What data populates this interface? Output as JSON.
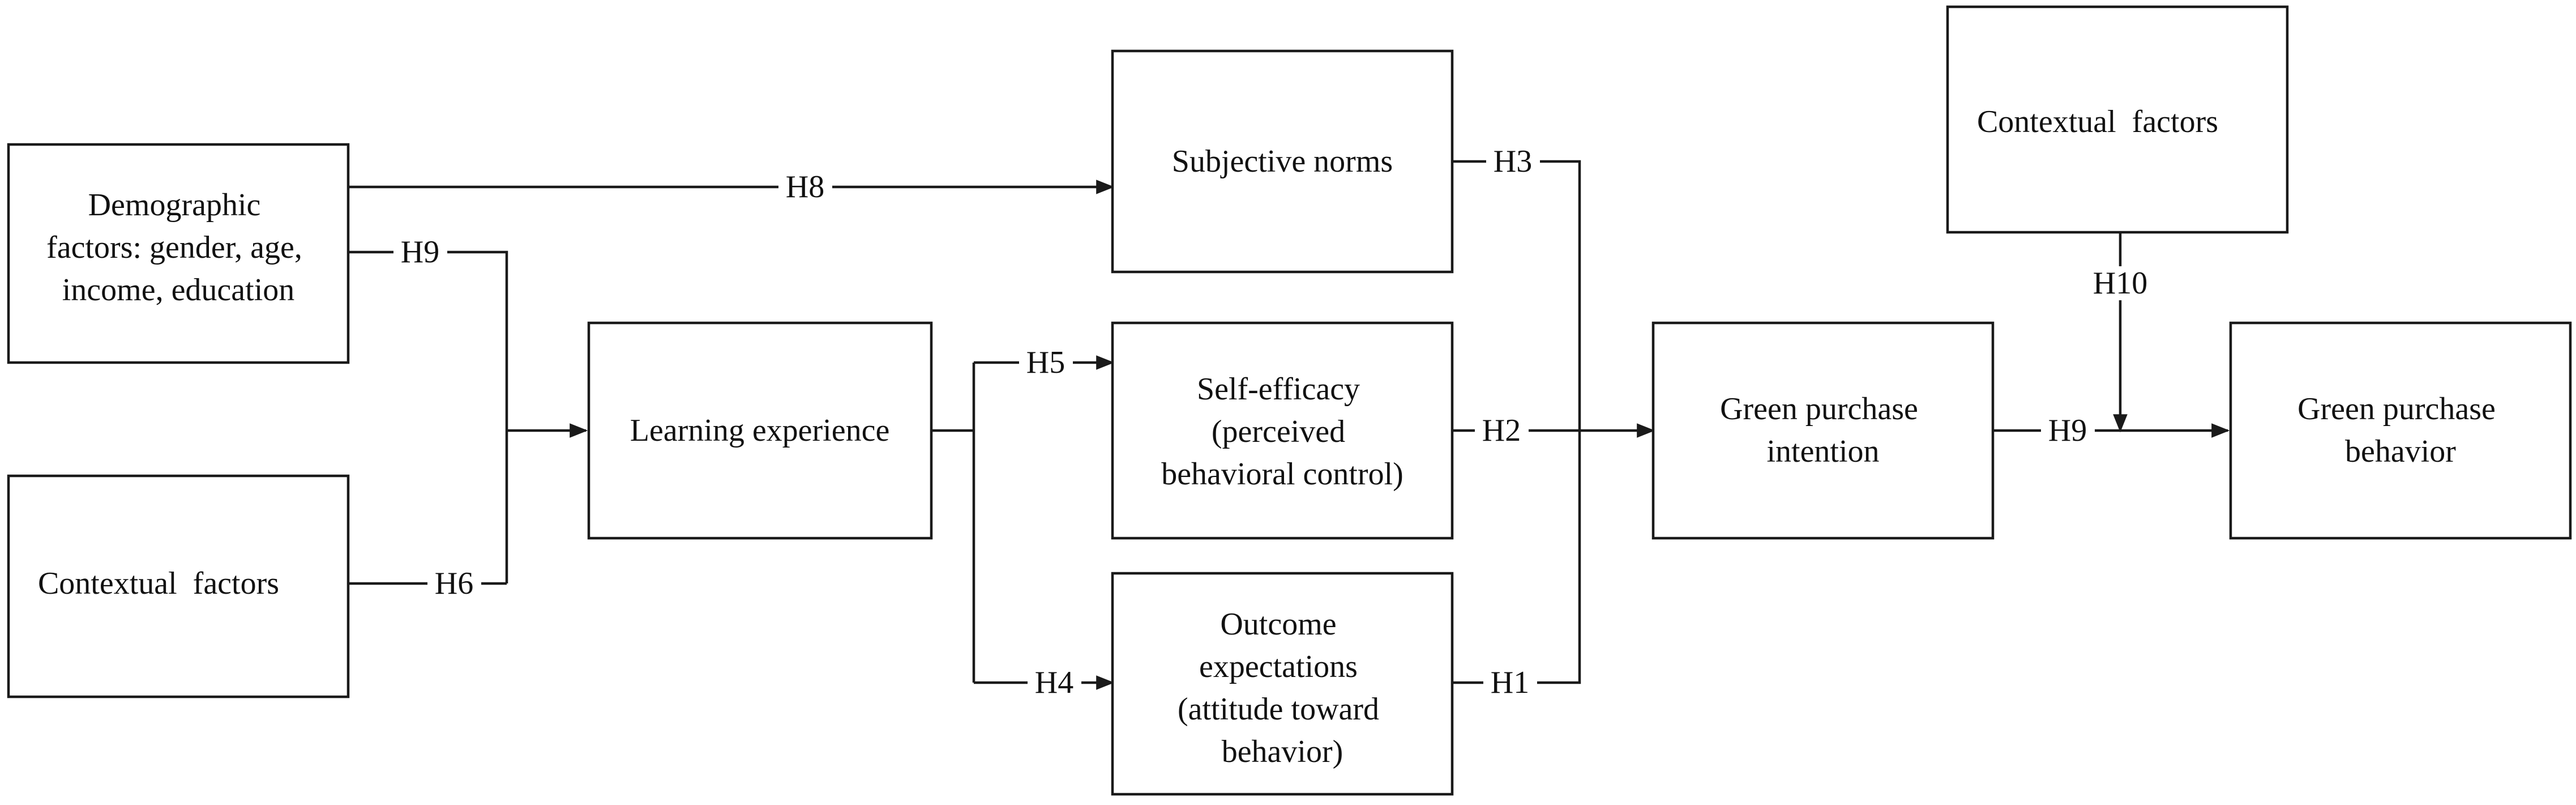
{
  "nodes": {
    "demographic": {
      "lines": [
        "Demographic",
        "factors: gender, age,",
        "income, education"
      ]
    },
    "contextual_left": {
      "lines": [
        "Contextual  factors"
      ]
    },
    "learning": {
      "lines": [
        "Learning experience"
      ]
    },
    "subjective": {
      "lines": [
        "Subjective norms"
      ]
    },
    "self_efficacy": {
      "lines": [
        "Self-efficacy",
        "(perceived",
        "behavioral control)"
      ]
    },
    "outcome": {
      "lines": [
        "Outcome",
        "expectations",
        "(attitude toward",
        "behavior)"
      ]
    },
    "intention": {
      "lines": [
        "Green purchase",
        "intention"
      ]
    },
    "contextual_top": {
      "lines": [
        "Contextual  factors"
      ]
    },
    "behavior": {
      "lines": [
        "Green purchase",
        "behavior"
      ]
    }
  },
  "edge_labels": {
    "h8": "H8",
    "h9_demo": "H9",
    "h6": "H6",
    "h5": "H5",
    "h4": "H4",
    "h3": "H3",
    "h2": "H2",
    "h1": "H1",
    "h9_int": "H9",
    "h10": "H10"
  },
  "colors": {
    "stroke": "#1a1a1a",
    "text": "#111111",
    "background": "#ffffff"
  }
}
